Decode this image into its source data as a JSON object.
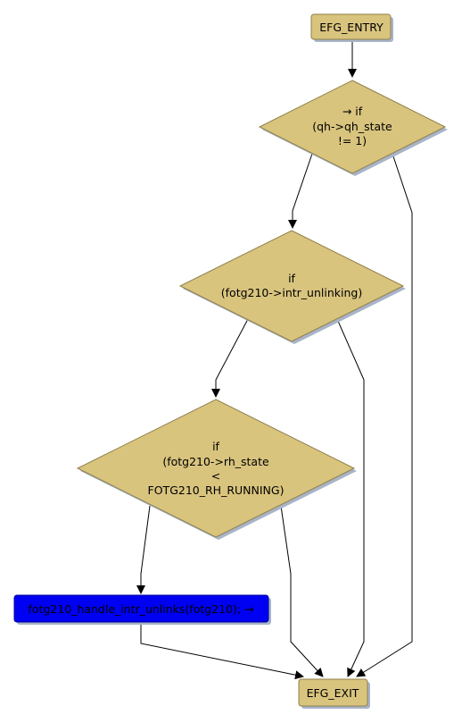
{
  "colors": {
    "node_fill": "#d9c47e",
    "node_stroke": "#8f7f4a",
    "shadow": "#a8b4c8",
    "highlight_fill": "#0000f2",
    "edge": "#000000"
  },
  "nodes": {
    "entry": {
      "label": "EFG_ENTRY"
    },
    "cond1": {
      "lines": [
        "→ if",
        "(qh->qh_state",
        "!= 1)"
      ]
    },
    "cond2": {
      "lines": [
        "if",
        "(fotg210->intr_unlinking)"
      ]
    },
    "cond3": {
      "lines": [
        "if",
        "(fotg210->rh_state",
        "<",
        "FOTG210_RH_RUNNING)"
      ]
    },
    "action": {
      "label": "fotg210_handle_intr_unlinks(fotg210); →"
    },
    "exit": {
      "label": "EFG_EXIT"
    }
  }
}
